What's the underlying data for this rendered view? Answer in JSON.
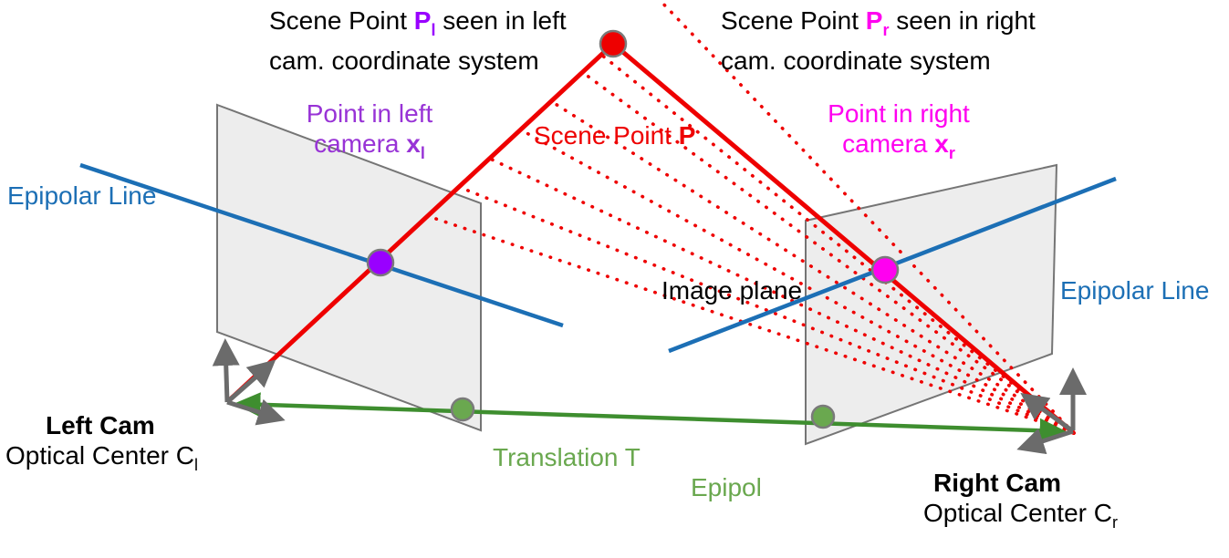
{
  "colors": {
    "red": "#EE0000",
    "blue": "#1C6FB5",
    "purple": "#9900FF",
    "purple_label": "#9833D6",
    "magenta": "#FF00F0",
    "green_line": "#3E8E2F",
    "green_label": "#6AA84F",
    "gray": "#6B6B6B",
    "plane_fill": "#EDEDED",
    "plane_stroke": "#757575",
    "dot_stroke": "#7A7A7A",
    "text": "#000000"
  },
  "labels": {
    "title_left": {
      "pre": "Scene Point ",
      "sym": "P",
      "sub": "l",
      "post": " seen in left",
      "line2": "cam. coordinate system"
    },
    "title_right": {
      "pre": "Scene Point ",
      "sym": "P",
      "sub": "r",
      "post": " seen in right",
      "line2": "cam. coordinate system"
    },
    "point_left": {
      "line1": "Point in left",
      "line2_pre": "camera ",
      "sym": "x",
      "sub": "l"
    },
    "point_right": {
      "line1": "Point in right",
      "line2_pre": "camera ",
      "sym": "x",
      "sub": "r"
    },
    "scene_point": {
      "pre": "Scene Point ",
      "sym": "P"
    },
    "epipolar_left": "Epipolar Line",
    "epipolar_right": "Epipolar Line",
    "image_plane": "Image plane",
    "left_cam": {
      "line1": "Left Cam",
      "line2_pre": "Optical Center C",
      "sub": "l"
    },
    "right_cam": {
      "line1": "Right Cam",
      "line2_pre": "Optical Center C",
      "sub": "r"
    },
    "translation": "Translation T",
    "epipol": "Epipol"
  }
}
